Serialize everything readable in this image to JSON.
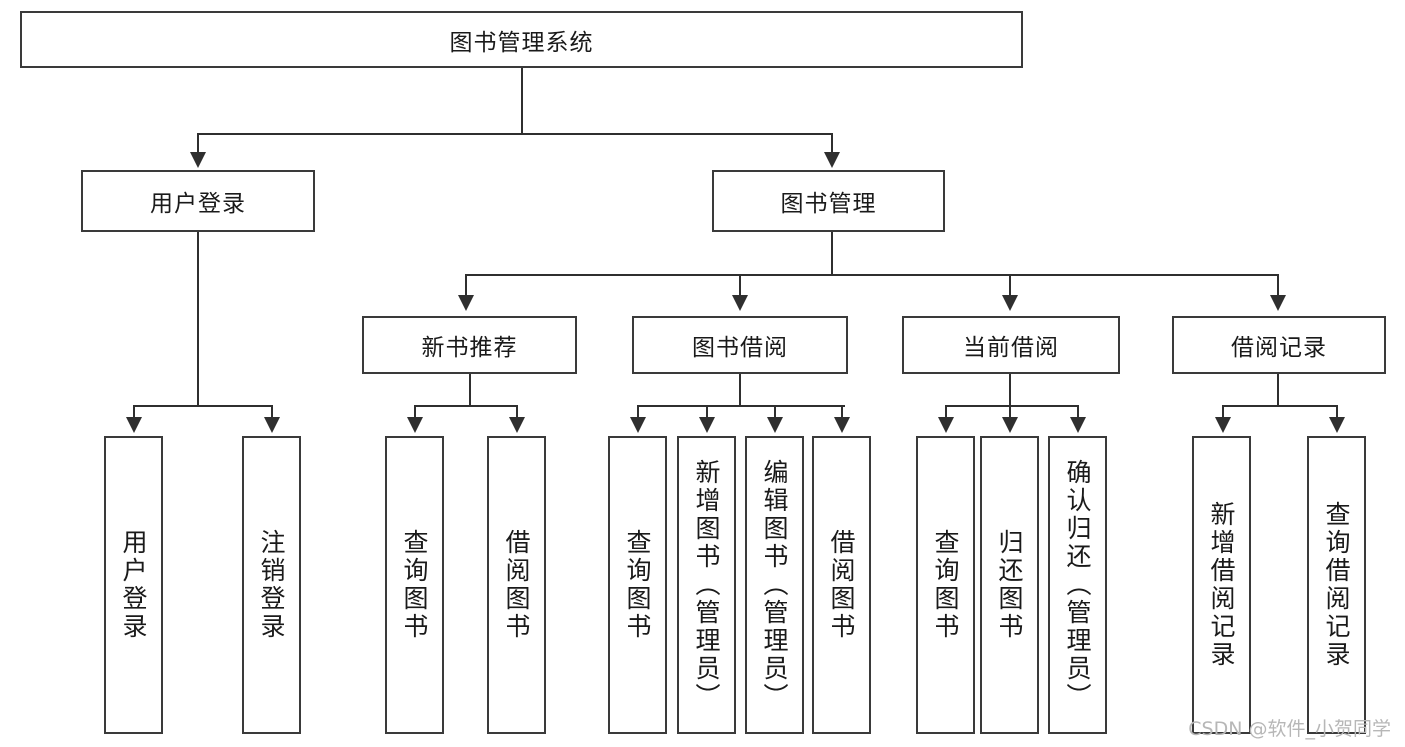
{
  "diagram": {
    "title": "图书管理系统",
    "watermark": "CSDN @软件_小贺同学",
    "root": {
      "label": "图书管理系统"
    },
    "level2": [
      {
        "label": "用户登录"
      },
      {
        "label": "图书管理"
      }
    ],
    "level3": [
      {
        "label": "新书推荐"
      },
      {
        "label": "图书借阅"
      },
      {
        "label": "当前借阅"
      },
      {
        "label": "借阅记录"
      }
    ],
    "leaves": {
      "user_login": [
        {
          "label": "用户登录"
        },
        {
          "label": "注销登录"
        }
      ],
      "new_book": [
        {
          "label": "查询图书"
        },
        {
          "label": "借阅图书"
        }
      ],
      "book_borrow": [
        {
          "label": "查询图书"
        },
        {
          "label": "新增图书（管理员）"
        },
        {
          "label": "编辑图书（管理员）"
        },
        {
          "label": "借阅图书"
        }
      ],
      "current_borrow": [
        {
          "label": "查询图书"
        },
        {
          "label": "归还图书"
        },
        {
          "label": "确认归还（管理员）"
        }
      ],
      "borrow_record": [
        {
          "label": "新增借阅记录"
        },
        {
          "label": "查询借阅记录"
        }
      ]
    },
    "colors": {
      "box_border": "#3a3a3a",
      "line": "#2f2f2f",
      "text": "#1a1a1a",
      "background": "#ffffff",
      "watermark": "#b7b7b7"
    }
  }
}
